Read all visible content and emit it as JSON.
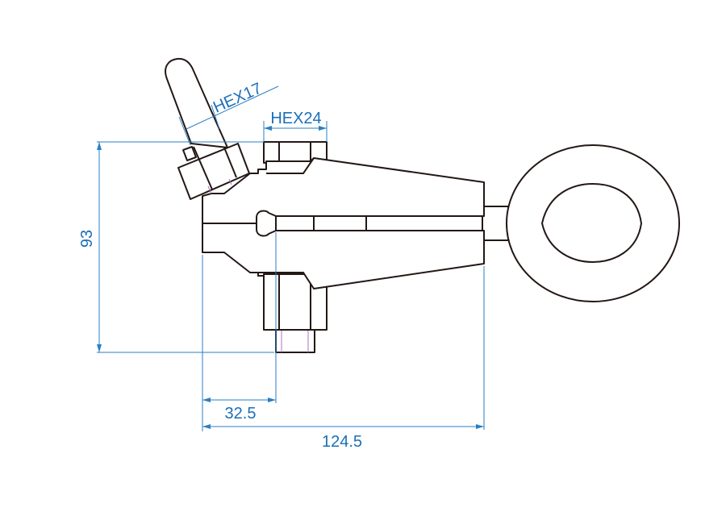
{
  "dimensions": {
    "hex17": "HEX17",
    "hex24": "HEX24",
    "height": "93",
    "offset": "32.5",
    "length": "124.5"
  },
  "colors": {
    "outline": "#231815",
    "dimension": "#2a7fc4",
    "label": "#1a6fb8",
    "thread": "#b070c0"
  }
}
